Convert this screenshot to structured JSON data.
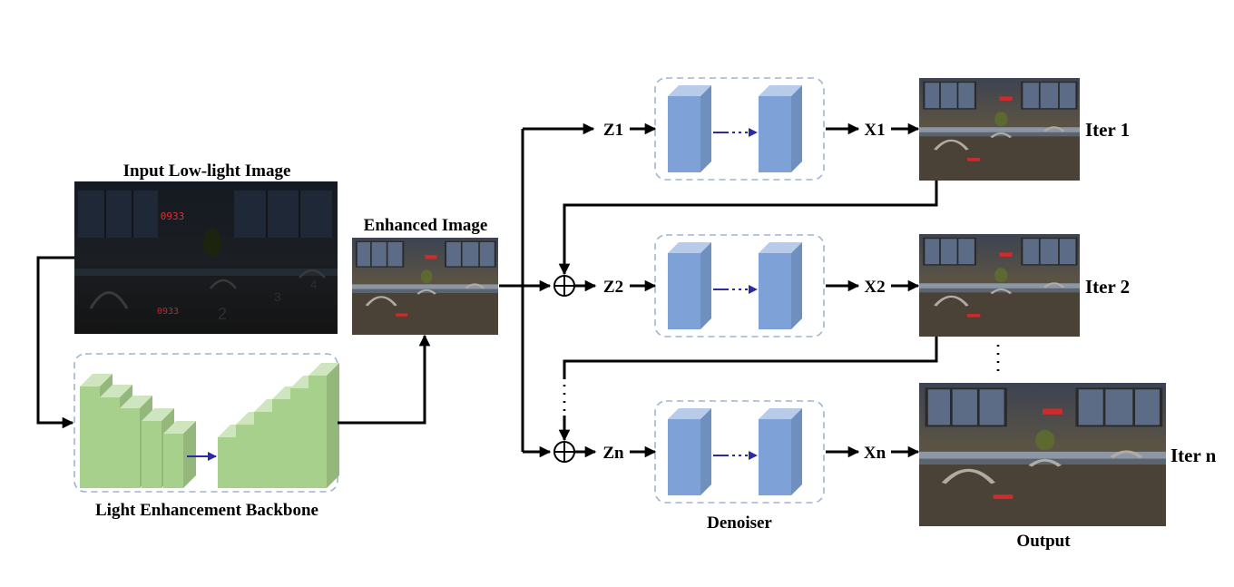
{
  "labels": {
    "input": "Input Low-light Image",
    "enhanced": "Enhanced Image",
    "backbone": "Light Enhancement Backbone",
    "denoiser": "Denoiser",
    "output": "Output"
  },
  "clock_input_top": "0933",
  "clock_input_bottom": "0933",
  "lane_numbers": [
    "2",
    "3",
    "4"
  ],
  "iterations": [
    {
      "z": "Z1",
      "x": "X1",
      "iter": "Iter 1"
    },
    {
      "z": "Z2",
      "x": "X2",
      "iter": "Iter 2"
    },
    {
      "z": "Zn",
      "x": "Xn",
      "iter": "Iter n"
    }
  ],
  "colors": {
    "backbone_block": "#a8d08d",
    "denoiser_block": "#7ea2d8",
    "dashed_border": "#9fb4cf",
    "connector_arrow": "#2b2ba8",
    "clock_red": "#e03030"
  }
}
